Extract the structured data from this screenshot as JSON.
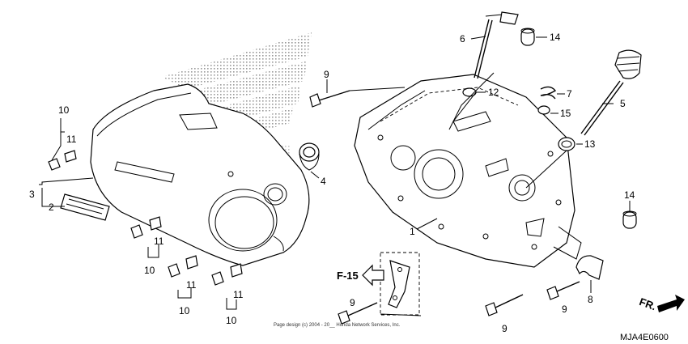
{
  "callouts": {
    "c1": "1",
    "c2": "2",
    "c3": "3",
    "c4": "4",
    "c5": "5",
    "c6": "6",
    "c7": "7",
    "c8": "8",
    "c9a": "9",
    "c9b": "9",
    "c9c": "9",
    "c9d": "9",
    "c10a": "10",
    "c10b": "10",
    "c10c": "10",
    "c10d": "10",
    "c11a": "11",
    "c11b": "11",
    "c11c": "11",
    "c11d": "11",
    "c12": "12",
    "c13": "13",
    "c14a": "14",
    "c14b": "14",
    "c15": "15"
  },
  "reference": "F-15",
  "direction": "FR.",
  "diagram_code": "MJA4E0600",
  "copyright": "Page design (c) 2004 - 20__ Honda Network Services, Inc."
}
